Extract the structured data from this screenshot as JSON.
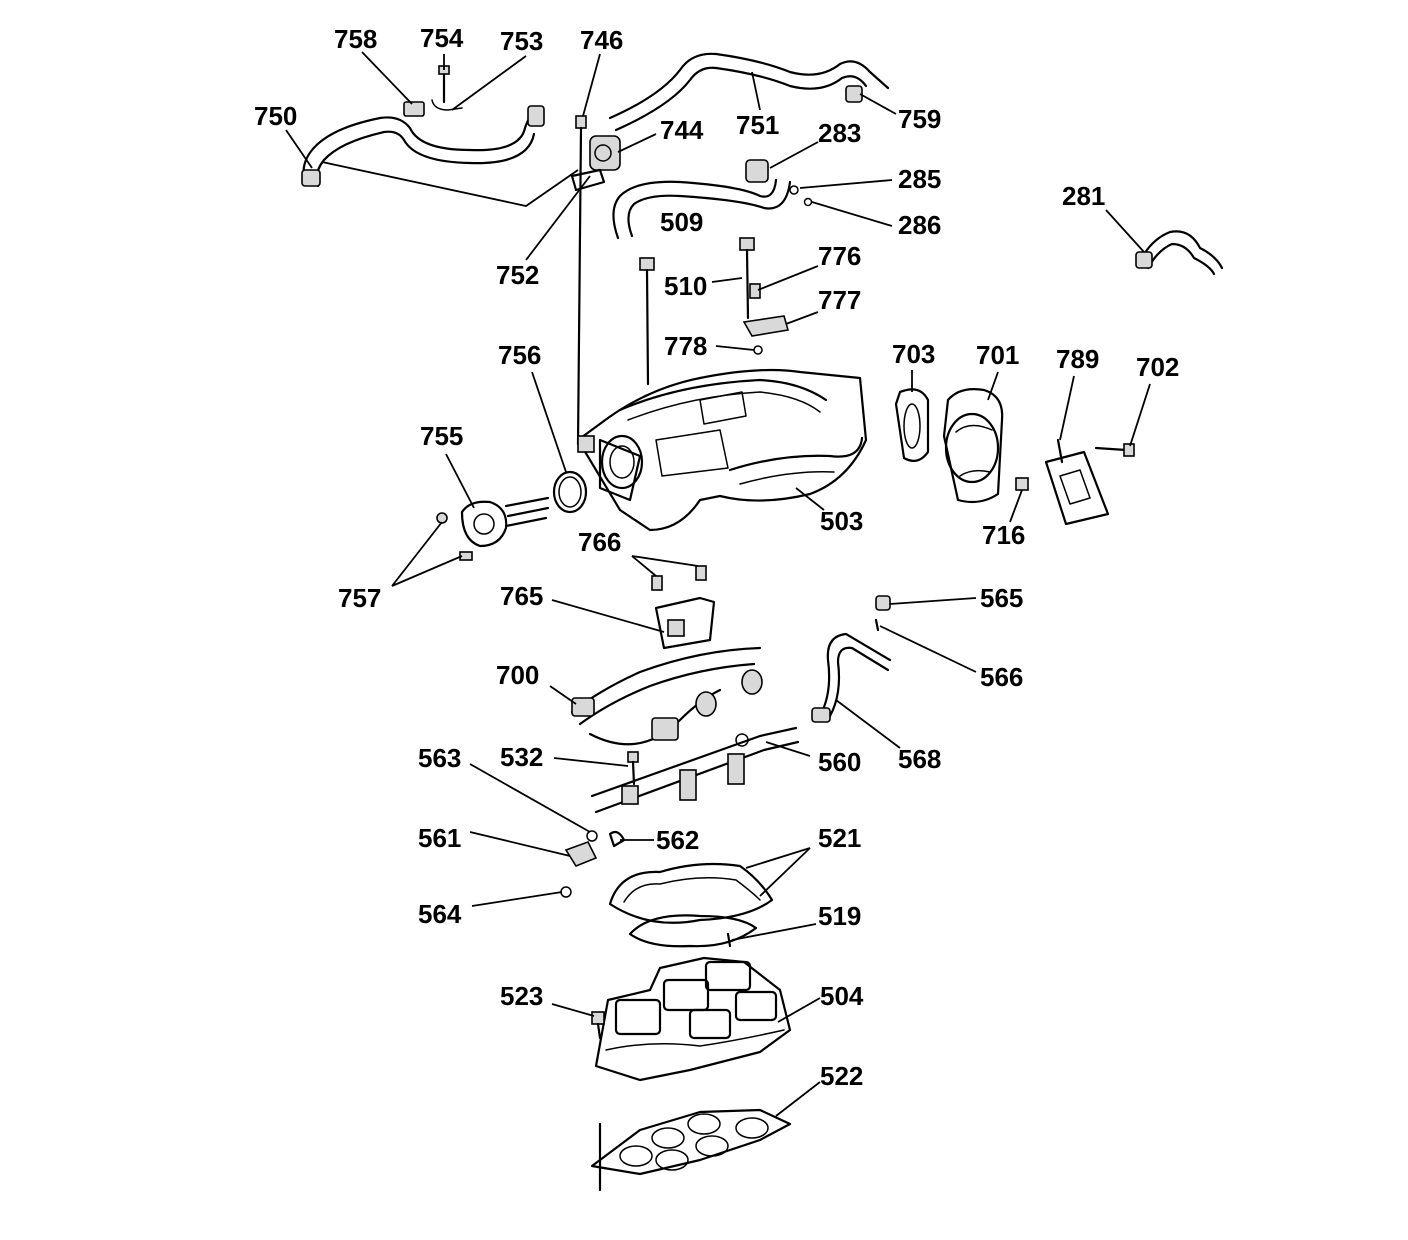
{
  "callouts": {
    "c758": "758",
    "c754": "754",
    "c753": "753",
    "c746": "746",
    "c750": "750",
    "c751": "751",
    "c759": "759",
    "c744": "744",
    "c283": "283",
    "c285": "285",
    "c286": "286",
    "c281": "281",
    "c752": "752",
    "c509": "509",
    "c510": "510",
    "c776": "776",
    "c777": "777",
    "c778": "778",
    "c756": "756",
    "c703": "703",
    "c701": "701",
    "c789": "789",
    "c702": "702",
    "c755": "755",
    "c503": "503",
    "c716": "716",
    "c757": "757",
    "c766": "766",
    "c765": "765",
    "c565": "565",
    "c566": "566",
    "c700": "700",
    "c568": "568",
    "c563": "563",
    "c532": "532",
    "c560": "560",
    "c561": "561",
    "c562": "562",
    "c521": "521",
    "c564": "564",
    "c519": "519",
    "c523": "523",
    "c504": "504",
    "c522": "522"
  }
}
